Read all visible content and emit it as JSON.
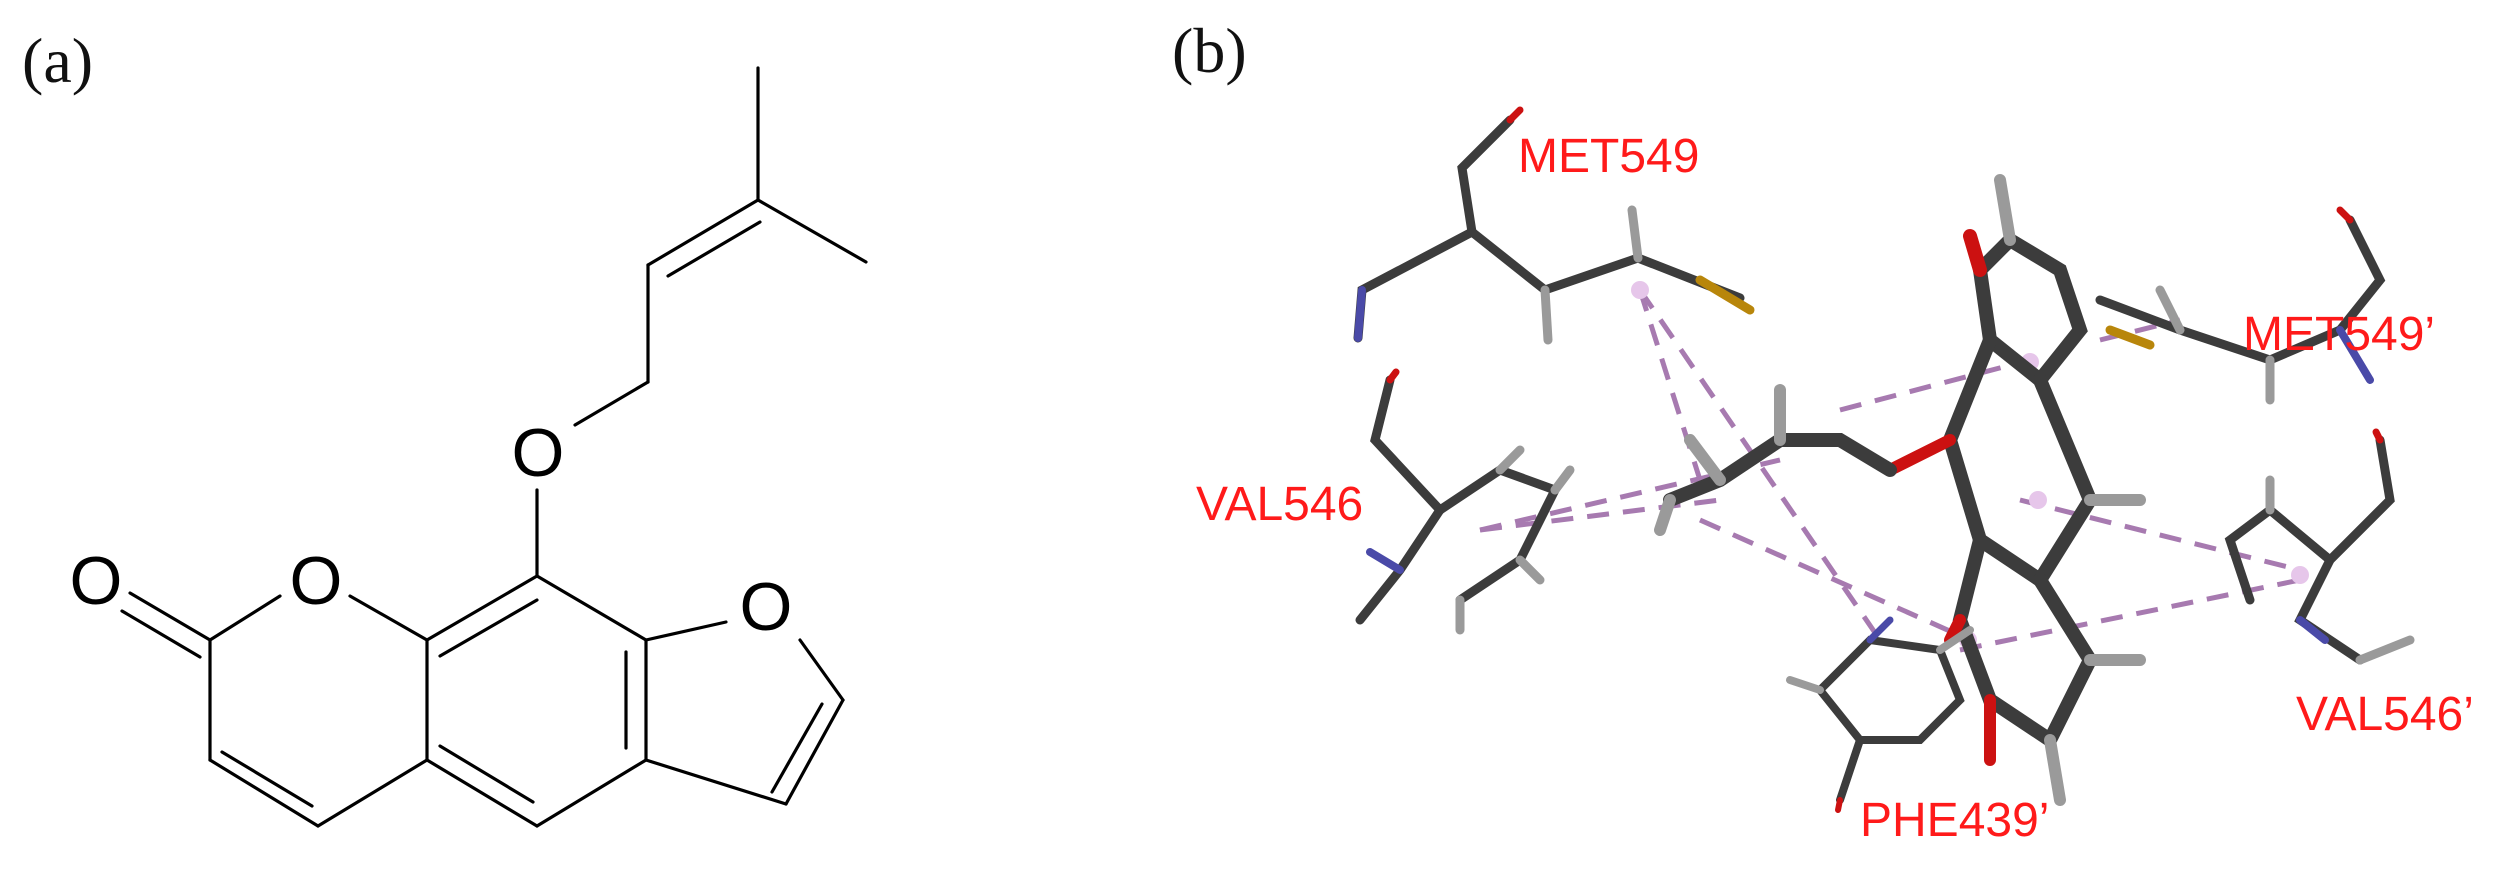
{
  "panels": {
    "a": {
      "label": "(a)"
    },
    "b": {
      "label": "(b)"
    }
  },
  "molecule": {
    "atoms": {
      "o_carbonyl": "O",
      "o_lactone": "O",
      "o_ether": "O",
      "o_furan": "O"
    }
  },
  "residues": {
    "met549": "MET549",
    "met549p": "MET549’",
    "val546": "VAL546",
    "val546p": "VAL546’",
    "phe439p": "PHE439’"
  },
  "colors": {
    "residue_label": "#ff1a1a",
    "stick_carbon": "#3c3c3c",
    "stick_hydrogen": "#9a9a9a",
    "stick_oxygen": "#cc1111",
    "stick_nitrogen": "#4a4aa8",
    "stick_sulfur": "#b8860b",
    "interaction": "#a77ab0"
  }
}
